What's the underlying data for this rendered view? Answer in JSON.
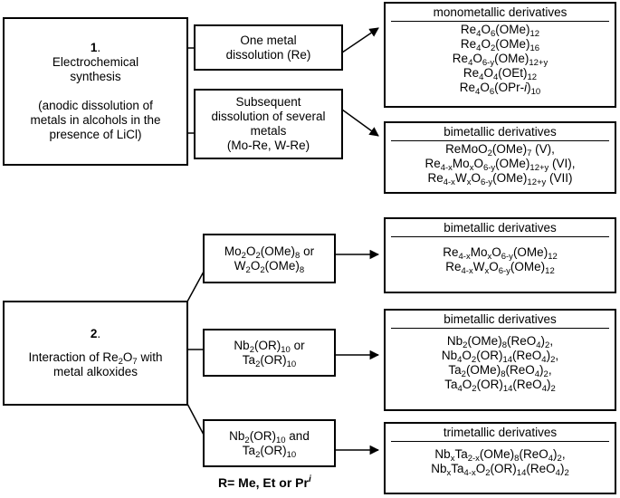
{
  "section1": {
    "number": "1",
    "title_lines": [
      "Electrochemical",
      "synthesis"
    ],
    "note_lines": [
      "(anodic dissolution of",
      "metals in alcohols in the",
      "presence of LiCl)"
    ]
  },
  "middle1": {
    "one_metal_lines": [
      "One metal",
      "dissolution (Re)"
    ],
    "several_lines": [
      "Subsequent",
      "dissolution of several",
      "metals",
      "(Mo-Re, W-Re)"
    ]
  },
  "result_mono": {
    "header": "monometallic derivatives",
    "formulas": [
      [
        [
          "t",
          "Re"
        ],
        [
          "s",
          "4"
        ],
        [
          "t",
          "O"
        ],
        [
          "s",
          "6"
        ],
        [
          "t",
          "(OMe)"
        ],
        [
          "s",
          "12"
        ]
      ],
      [
        [
          "t",
          "Re"
        ],
        [
          "s",
          "4"
        ],
        [
          "t",
          "O"
        ],
        [
          "s",
          "2"
        ],
        [
          "t",
          "(OMe)"
        ],
        [
          "s",
          "16"
        ]
      ],
      [
        [
          "t",
          "Re"
        ],
        [
          "s",
          "4"
        ],
        [
          "t",
          "O"
        ],
        [
          "s",
          "6-y"
        ],
        [
          "t",
          "(OMe)"
        ],
        [
          "s",
          "12+y"
        ]
      ],
      [
        [
          "t",
          "Re"
        ],
        [
          "s",
          "4"
        ],
        [
          "t",
          "O"
        ],
        [
          "s",
          "4"
        ],
        [
          "t",
          "(OEt)"
        ],
        [
          "s",
          "12"
        ]
      ],
      [
        [
          "t",
          "Re"
        ],
        [
          "s",
          "4"
        ],
        [
          "t",
          "O"
        ],
        [
          "s",
          "6"
        ],
        [
          "t",
          "(OPr-"
        ],
        [
          "i",
          "i"
        ],
        [
          "t",
          ")"
        ],
        [
          "s",
          "10"
        ]
      ]
    ]
  },
  "result_bi1": {
    "header": "bimetallic derivatives",
    "formulas": [
      [
        [
          "t",
          "ReMoO"
        ],
        [
          "s",
          "2"
        ],
        [
          "t",
          "(OMe)"
        ],
        [
          "s",
          "7"
        ],
        [
          "t",
          " (V),"
        ]
      ],
      [
        [
          "t",
          "Re"
        ],
        [
          "s",
          "4-x"
        ],
        [
          "t",
          "Mo"
        ],
        [
          "s",
          "x"
        ],
        [
          "t",
          "O"
        ],
        [
          "s",
          "6-y"
        ],
        [
          "t",
          "(OMe)"
        ],
        [
          "s",
          "12+y"
        ],
        [
          "t",
          " (VI),"
        ]
      ],
      [
        [
          "t",
          "Re"
        ],
        [
          "s",
          "4-x"
        ],
        [
          "t",
          "W"
        ],
        [
          "s",
          "x"
        ],
        [
          "t",
          "O"
        ],
        [
          "s",
          "6-y"
        ],
        [
          "t",
          "(OMe)"
        ],
        [
          "s",
          "12+y"
        ],
        [
          "t",
          " (VII)"
        ]
      ]
    ]
  },
  "section2": {
    "number": "2",
    "title_lines": [
      [
        [
          "t",
          "Interaction of Re"
        ],
        [
          "s",
          "2"
        ],
        [
          "t",
          "O"
        ],
        [
          "s",
          "7"
        ],
        [
          "t",
          " with"
        ]
      ],
      [
        [
          "t",
          "metal alkoxides"
        ]
      ]
    ]
  },
  "middle2": {
    "mo_w": [
      [
        [
          "t",
          "Mo"
        ],
        [
          "s",
          "2"
        ],
        [
          "t",
          "O"
        ],
        [
          "s",
          "2"
        ],
        [
          "t",
          "(OMe)"
        ],
        [
          "s",
          "8"
        ],
        [
          "t",
          " or"
        ]
      ],
      [
        [
          "t",
          "W"
        ],
        [
          "s",
          "2"
        ],
        [
          "t",
          "O"
        ],
        [
          "s",
          "2"
        ],
        [
          "t",
          "(OMe)"
        ],
        [
          "s",
          "8"
        ]
      ]
    ],
    "nb_or_ta": [
      [
        [
          "t",
          "Nb"
        ],
        [
          "s",
          "2"
        ],
        [
          "t",
          "(OR)"
        ],
        [
          "s",
          "10"
        ],
        [
          "t",
          " or"
        ]
      ],
      [
        [
          "t",
          "Ta"
        ],
        [
          "s",
          "2"
        ],
        [
          "t",
          "(OR)"
        ],
        [
          "s",
          "10"
        ]
      ]
    ],
    "nb_and_ta": [
      [
        [
          "t",
          "Nb"
        ],
        [
          "s",
          "2"
        ],
        [
          "t",
          "(OR)"
        ],
        [
          "s",
          "10"
        ],
        [
          "t",
          " and"
        ]
      ],
      [
        [
          "t",
          "Ta"
        ],
        [
          "s",
          "2"
        ],
        [
          "t",
          "(OR)"
        ],
        [
          "s",
          "10"
        ]
      ]
    ]
  },
  "result_bi2": {
    "header": "bimetallic derivatives",
    "formulas": [
      [
        [
          "t",
          "Re"
        ],
        [
          "s",
          "4-x"
        ],
        [
          "t",
          "Mo"
        ],
        [
          "s",
          "x"
        ],
        [
          "t",
          "O"
        ],
        [
          "s",
          "6-y"
        ],
        [
          "t",
          "(OMe)"
        ],
        [
          "s",
          "12"
        ]
      ],
      [
        [
          "t",
          "Re"
        ],
        [
          "s",
          "4-x"
        ],
        [
          "t",
          "W"
        ],
        [
          "s",
          "x"
        ],
        [
          "t",
          "O"
        ],
        [
          "s",
          "6-y"
        ],
        [
          "t",
          "(OMe)"
        ],
        [
          "s",
          "12"
        ]
      ]
    ]
  },
  "result_bi3": {
    "header": "bimetallic derivatives",
    "formulas": [
      [
        [
          "t",
          "Nb"
        ],
        [
          "s",
          "2"
        ],
        [
          "t",
          "(OMe)"
        ],
        [
          "s",
          "8"
        ],
        [
          "t",
          "(ReO"
        ],
        [
          "s",
          "4"
        ],
        [
          "t",
          ")"
        ],
        [
          "s",
          "2"
        ],
        [
          "t",
          ","
        ]
      ],
      [
        [
          "t",
          "Nb"
        ],
        [
          "s",
          "4"
        ],
        [
          "t",
          "O"
        ],
        [
          "s",
          "2"
        ],
        [
          "t",
          "(OR)"
        ],
        [
          "s",
          "14"
        ],
        [
          "t",
          "(ReO"
        ],
        [
          "s",
          "4"
        ],
        [
          "t",
          ")"
        ],
        [
          "s",
          "2"
        ],
        [
          "t",
          ","
        ]
      ],
      [
        [
          "t",
          "Ta"
        ],
        [
          "s",
          "2"
        ],
        [
          "t",
          "(OMe)"
        ],
        [
          "s",
          "8"
        ],
        [
          "t",
          "(ReO"
        ],
        [
          "s",
          "4"
        ],
        [
          "t",
          ")"
        ],
        [
          "s",
          "2"
        ],
        [
          "t",
          ","
        ]
      ],
      [
        [
          "t",
          "Ta"
        ],
        [
          "s",
          "4"
        ],
        [
          "t",
          "O"
        ],
        [
          "s",
          "2"
        ],
        [
          "t",
          "(OR)"
        ],
        [
          "s",
          "14"
        ],
        [
          "t",
          "(ReO"
        ],
        [
          "s",
          "4"
        ],
        [
          "t",
          ")"
        ],
        [
          "s",
          "2"
        ]
      ]
    ]
  },
  "result_tri": {
    "header": "trimetallic derivatives",
    "formulas": [
      [
        [
          "t",
          "Nb"
        ],
        [
          "s",
          "x"
        ],
        [
          "t",
          "Ta"
        ],
        [
          "s",
          "2-x"
        ],
        [
          "t",
          "(OMe)"
        ],
        [
          "s",
          "8"
        ],
        [
          "t",
          "(ReO"
        ],
        [
          "s",
          "4"
        ],
        [
          "t",
          ")"
        ],
        [
          "s",
          "2"
        ],
        [
          "t",
          ","
        ]
      ],
      [
        [
          "t",
          "Nb"
        ],
        [
          "s",
          "x"
        ],
        [
          "t",
          "Ta"
        ],
        [
          "s",
          "4-x"
        ],
        [
          "t",
          "O"
        ],
        [
          "s",
          "2"
        ],
        [
          "t",
          "(OR)"
        ],
        [
          "s",
          "14"
        ],
        [
          "t",
          "(ReO"
        ],
        [
          "s",
          "4"
        ],
        [
          "t",
          ")"
        ],
        [
          "s",
          "2"
        ]
      ]
    ]
  },
  "r_note": [
    [
      "t",
      "R= Me, Et or Pr"
    ],
    [
      "i",
      "i"
    ]
  ]
}
